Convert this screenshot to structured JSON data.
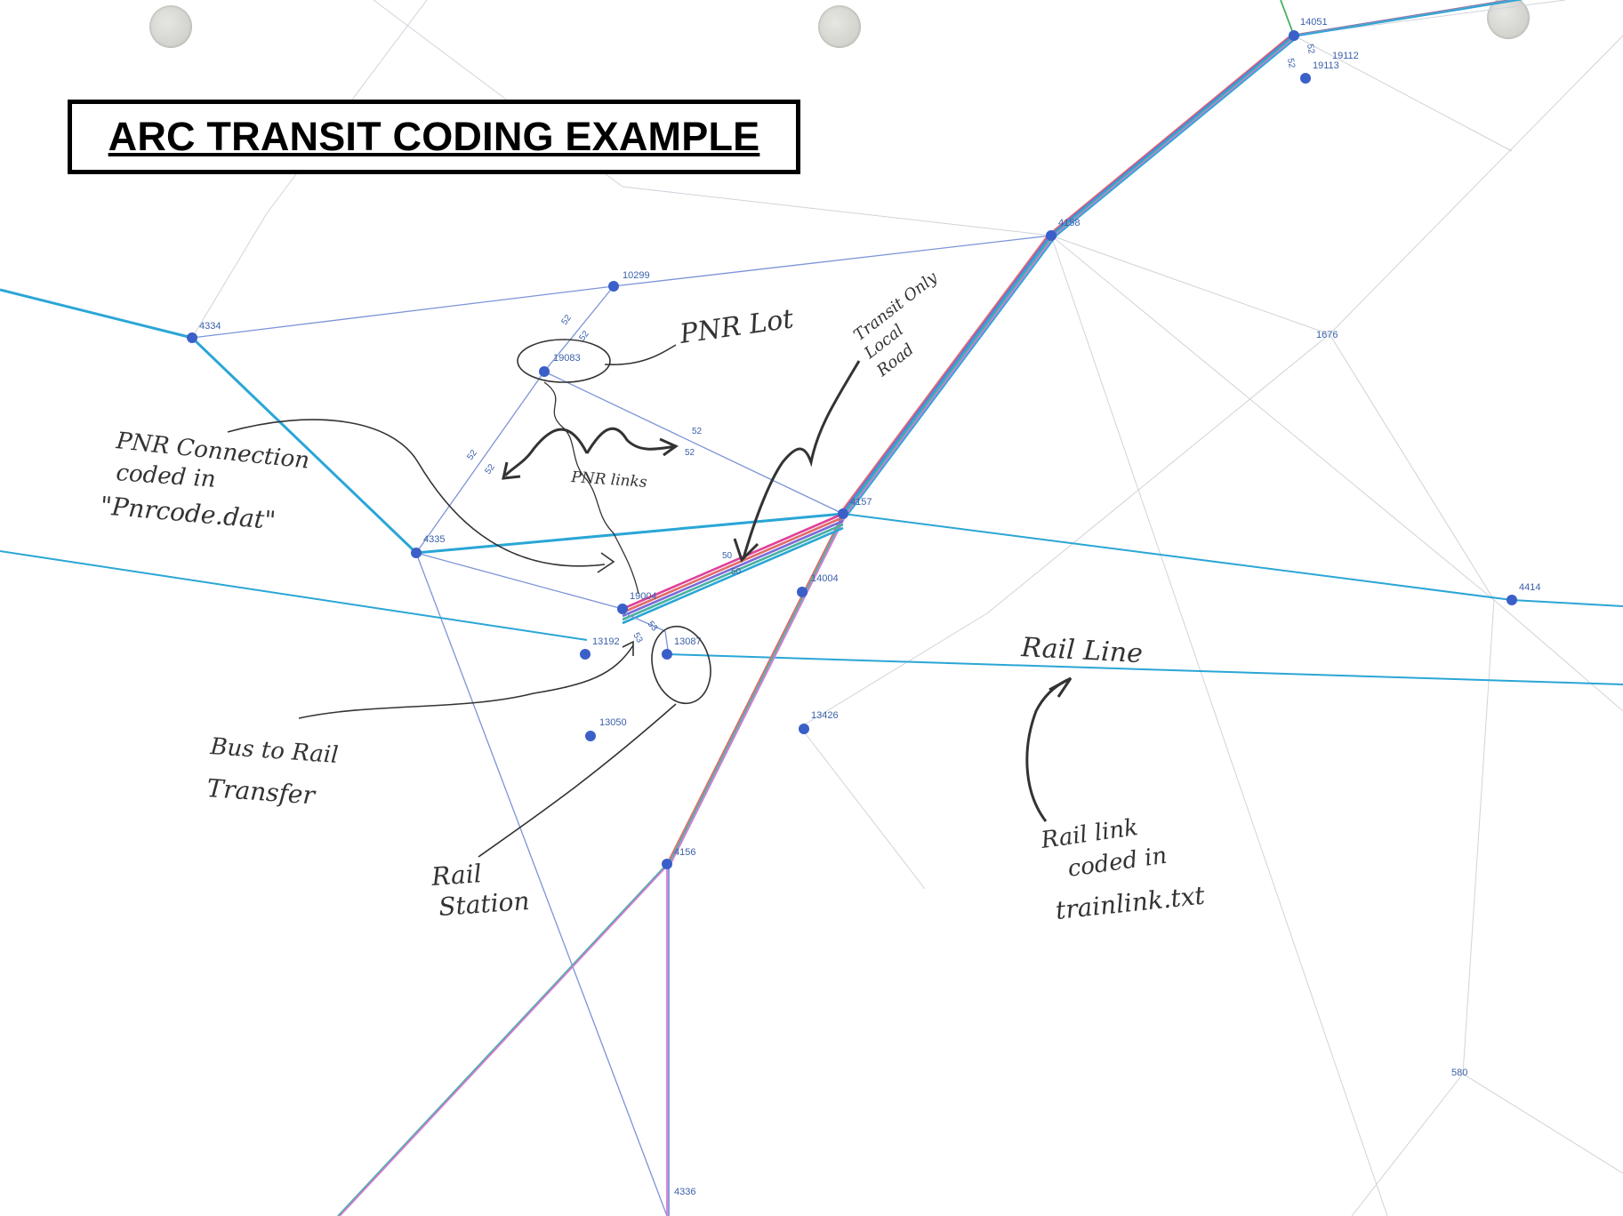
{
  "title": "ARC TRANSIT CODING EXAMPLE",
  "nodes": {
    "n14051": "14051",
    "n19112": "19112",
    "n19113": "19113",
    "n4158": "4158",
    "n10299": "10299",
    "n4334": "4334",
    "n1676": "1676",
    "n19083": "19083",
    "n4157": "4157",
    "n4335": "4335",
    "n14004": "14004",
    "n19004": "19004",
    "n4414": "4414",
    "n13192": "13192",
    "n13087": "13087",
    "n13050": "13050",
    "n13426": "13426",
    "n4156": "4156",
    "n580": "580",
    "n4336": "4336"
  },
  "link_labels": {
    "pnr_a": "52",
    "pnr_b": "52",
    "pnr_c": "52",
    "pnr_d": "52",
    "pnr_e": "52",
    "pnr_f": "52",
    "local_a": "50",
    "local_b": "50",
    "walk_a": "53",
    "walk_b": "53",
    "top_a": "52",
    "top_b": "52"
  },
  "annotations": {
    "pnr_lot": "PNR Lot",
    "transit_only": [
      "Transit Only",
      "Local",
      "Road"
    ],
    "pnr_connection": [
      "PNR Connection",
      "coded in",
      "\"Pnrcode.dat\""
    ],
    "pnr_links": "PNR links",
    "rail_line": "Rail Line",
    "bus_to_rail": [
      "Bus to Rail",
      "Transfer"
    ],
    "rail_station": [
      "Rail",
      "Station"
    ],
    "rail_link": [
      "Rail link",
      "coded in",
      "trainlink.txt"
    ]
  }
}
